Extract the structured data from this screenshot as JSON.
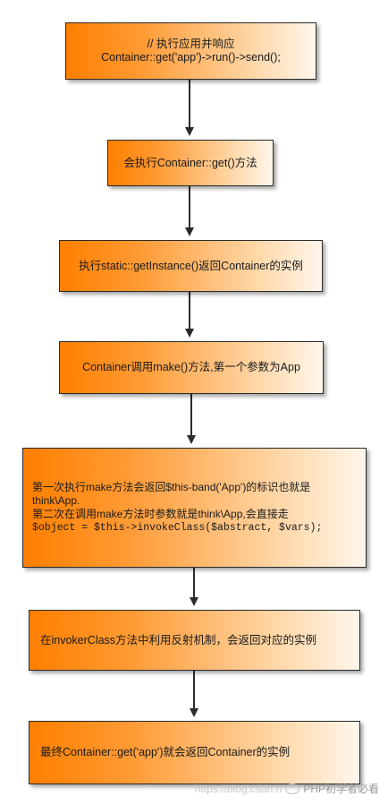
{
  "nodes": [
    {
      "id": "n1",
      "lines": [
        "// 执行应用并响应",
        "Container::get('app')->run()->send();"
      ]
    },
    {
      "id": "n2",
      "lines": [
        "会执行Container::get()方法"
      ]
    },
    {
      "id": "n3",
      "lines": [
        "执行static::getInstance()返回Container的实例"
      ]
    },
    {
      "id": "n4",
      "lines": [
        "Container调用make()方法,第一个参数为App"
      ]
    },
    {
      "id": "n5",
      "lines": [
        "第一次执行make方法会返回$this-band('App')的标识也就是",
        "think\\App.",
        "第二次在调用make方法时参数就是think\\App,会直接走",
        "$object = $this->invokeClass($abstract, $vars);"
      ]
    },
    {
      "id": "n6",
      "lines": [
        "在invokerClass方法中利用反射机制，会返回对应的实例"
      ]
    },
    {
      "id": "n7",
      "lines": [
        "最终Container::get('app')就会返回Container的实例"
      ]
    }
  ],
  "watermark": {
    "url": "https://blog.csdn.n",
    "brand": "PHP初学者必看"
  }
}
